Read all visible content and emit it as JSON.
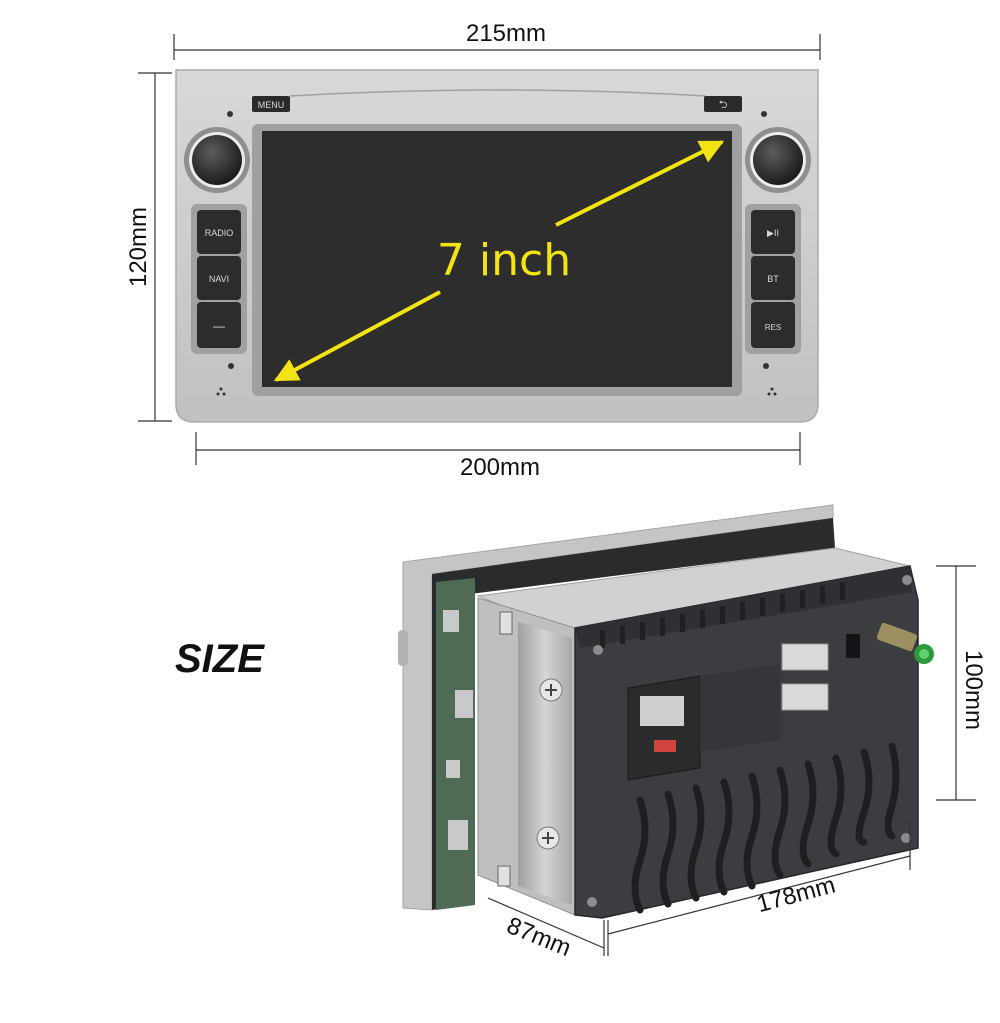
{
  "front_view": {
    "width_label": "215mm",
    "height_label": "120mm",
    "inner_width_label": "200mm",
    "screen_label": "7 inch",
    "left_buttons": [
      "RADIO",
      "NAVI",
      "—"
    ],
    "right_buttons": [
      "▶II",
      "BT",
      "RES"
    ],
    "top_left_button": "MENU",
    "top_right_button": "⮌"
  },
  "side_view": {
    "title": "SIZE",
    "height_label": "100mm",
    "length_label": "178mm",
    "depth_label": "87mm"
  },
  "colors": {
    "panel_silver": "#c9cbcd",
    "screen": "#2d2d2d",
    "arrow_yellow": "#f2e312",
    "chassis_dark": "#3b3d40",
    "metal_gray": "#b4b6b8",
    "dimension_line": "#333333"
  },
  "icons": [
    "arrow-double-icon",
    "knob-icon",
    "screw-icon",
    "antenna-connector-icon"
  ]
}
